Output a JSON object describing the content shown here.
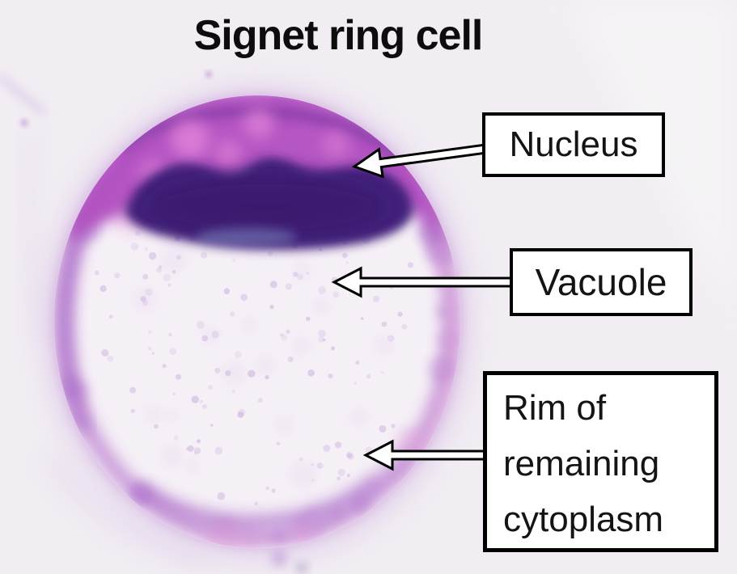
{
  "title": "Signet ring cell",
  "annotations": [
    {
      "id": "nucleus",
      "label": "Nucleus",
      "arrow": "left-arrow"
    },
    {
      "id": "vacuole",
      "label": "Vacuole",
      "arrow": "left-arrow"
    },
    {
      "id": "rim",
      "label": "Rim of remaining cytoplasm",
      "arrow": "left-arrow"
    }
  ],
  "colors": {
    "page_bg": "#f1edf2",
    "page_bg_light": "#f6f4f6",
    "title_text": "#0d0d0d",
    "box_bg": "#ffffff",
    "box_border": "#000000",
    "box_text": "#141414",
    "arrow_fill": "#ffffff",
    "arrow_outline": "#000000",
    "cell_vacuole": "#f5eff6",
    "cell_rim": "#bd83d1",
    "cell_rim_dark": "#a565c6",
    "cell_rim_pink": "#df9ed9",
    "nucleus_core": "#43207b",
    "nucleus_dark": "#371866",
    "nucleus_band": "#b14fc0",
    "band_pink": "#e88ade",
    "band_edge": "#6a3198",
    "blue_tinge": "#8ca4d4",
    "speckle": "#c9aede",
    "halo": "#ddc8ea"
  }
}
